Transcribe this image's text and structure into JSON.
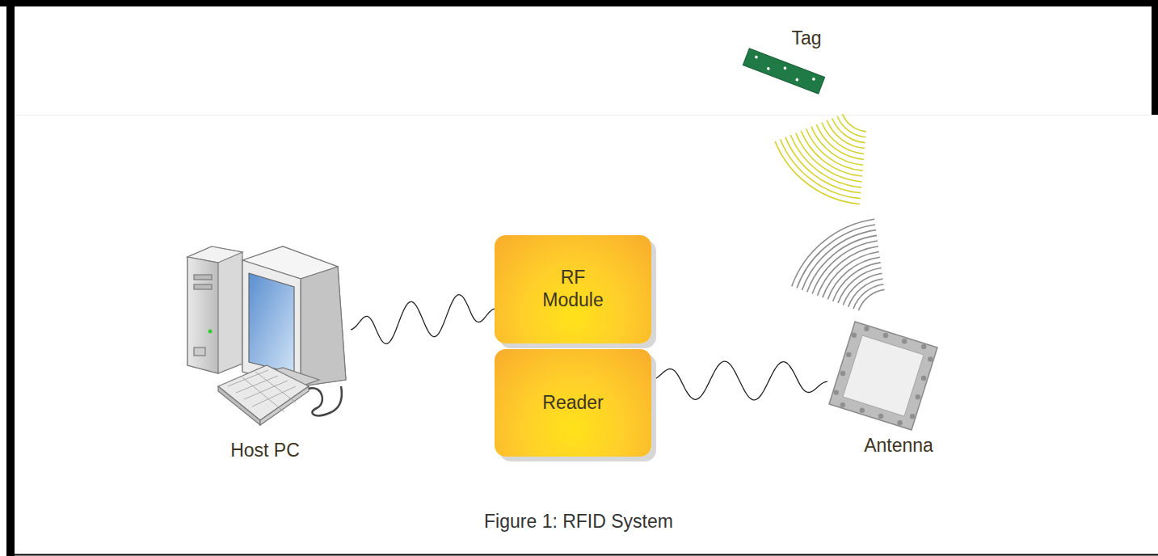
{
  "diagram": {
    "caption": "Figure 1: RFID System",
    "nodes": [
      {
        "text": [
          "Tag"
        ]
      },
      {
        "text": [
          "Host PC"
        ]
      },
      {
        "text": [
          "RF Module"
        ]
      },
      {
        "text": [
          "Reader"
        ]
      },
      {
        "text": [
          "Antenna"
        ]
      }
    ],
    "edges": [
      {
        "from": 1,
        "to": 2,
        "arrow": "none"
      },
      {
        "from": 3,
        "to": 4,
        "arrow": "none"
      }
    ]
  }
}
